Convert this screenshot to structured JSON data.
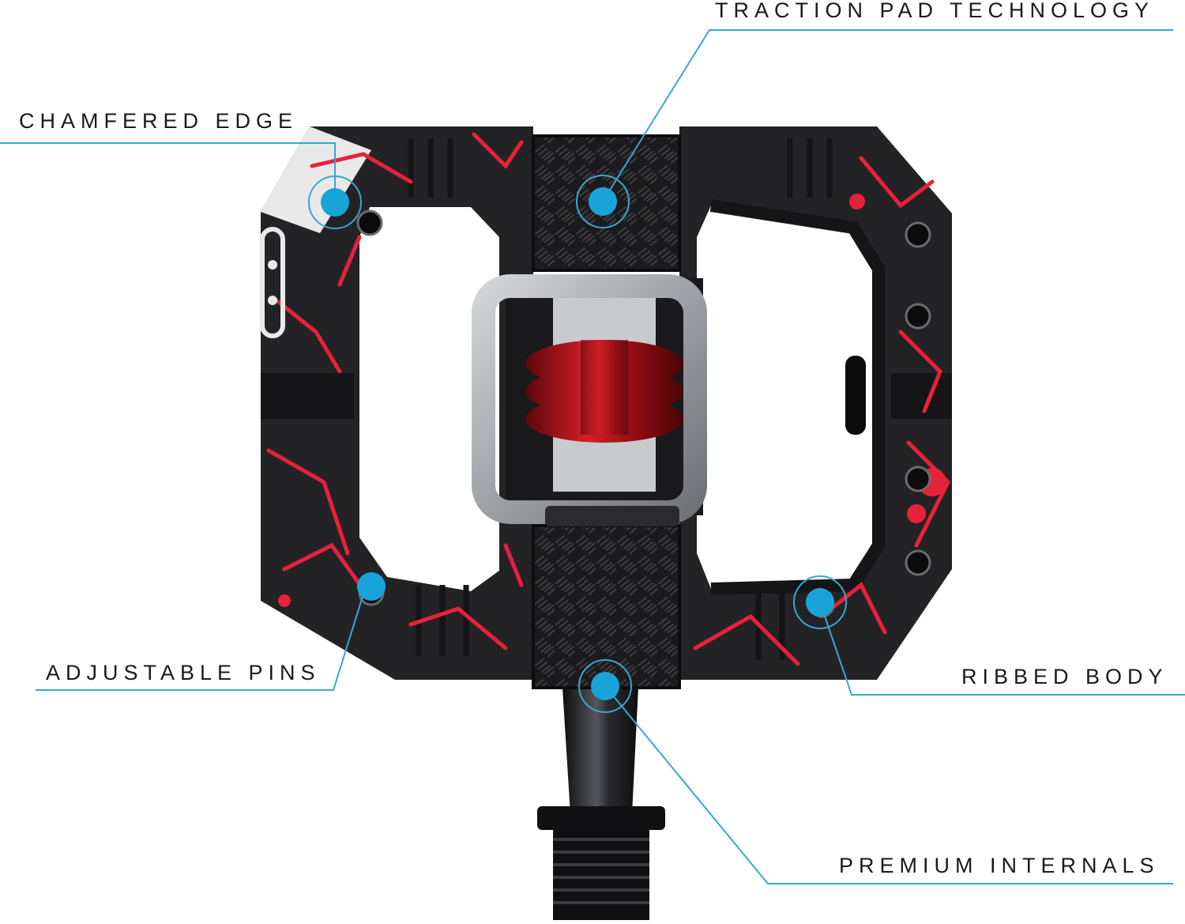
{
  "colors": {
    "callout": "#1aa3d9",
    "callout_line": "#3aa7cc",
    "body": "#232326",
    "body_dark": "#151517",
    "splatter": "#e8213a",
    "cage": "#a9acb0",
    "spring": "#b3121b"
  },
  "callouts": [
    {
      "id": "traction",
      "label": "TRACTION PAD TECHNOLOGY"
    },
    {
      "id": "chamfered",
      "label": "CHAMFERED EDGE"
    },
    {
      "id": "adjustable",
      "label": "ADJUSTABLE PINS"
    },
    {
      "id": "ribbed",
      "label": "RIBBED BODY"
    },
    {
      "id": "premium",
      "label": "PREMIUM INTERNALS"
    }
  ]
}
